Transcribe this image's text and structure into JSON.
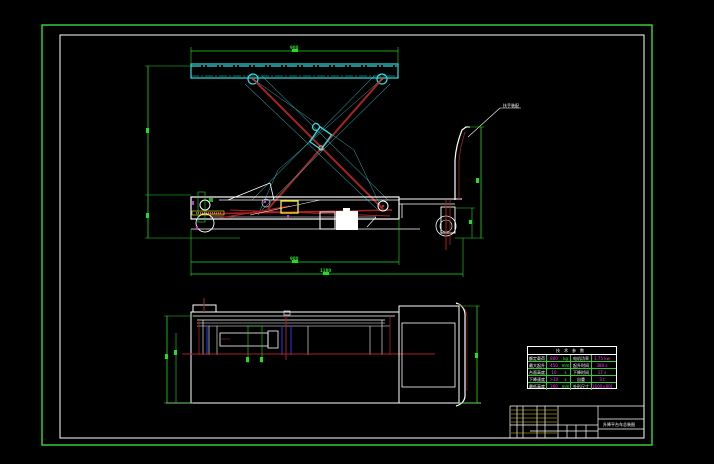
{
  "drawing": {
    "title": "升降平台车总装图",
    "leader_label": "扶手装配",
    "colors": {
      "background": "#000000",
      "outer_frame": "#33cc33",
      "inner_frame": "#ffffff",
      "platform": "#33dddd",
      "scissor_arm": "#aa2222",
      "dimension": "#22dd22",
      "value": "#ff33ff",
      "highlight": "#ffee33"
    }
  },
  "dimensions": {
    "platform_width": "900",
    "overall_height": "950",
    "base_height": "240",
    "base_length": "900",
    "overall_length": "1180",
    "handle_height": "600",
    "wheel_height": "180",
    "plan_width": "500",
    "plan_side_a": "20",
    "plan_side_b": "40",
    "plan_overall": "580"
  },
  "spec_table": {
    "header": "技术参数",
    "rows": [
      {
        "name": "额定载荷",
        "value": "800",
        "unit": "kg",
        "name2": "电机功率",
        "value2": "1.75 kw"
      },
      {
        "name": "最大起升",
        "value": "450",
        "unit": "mm",
        "name2": "起升时间",
        "value2": "380 s"
      },
      {
        "name": "台面高度",
        "value": "10",
        "unit": "s",
        "name2": "下降时间",
        "value2": "17 s"
      },
      {
        "name": "下降速度",
        "value": ">10",
        "unit": "s",
        "name2": "自重",
        "value2": "3 t"
      },
      {
        "name": "最低高度",
        "value": "300",
        "unit": "mm",
        "name2": "外形尺寸",
        "value2": "1600×800×1000"
      }
    ]
  },
  "title_block": {
    "drawing_name": "升降平台车总装图"
  }
}
